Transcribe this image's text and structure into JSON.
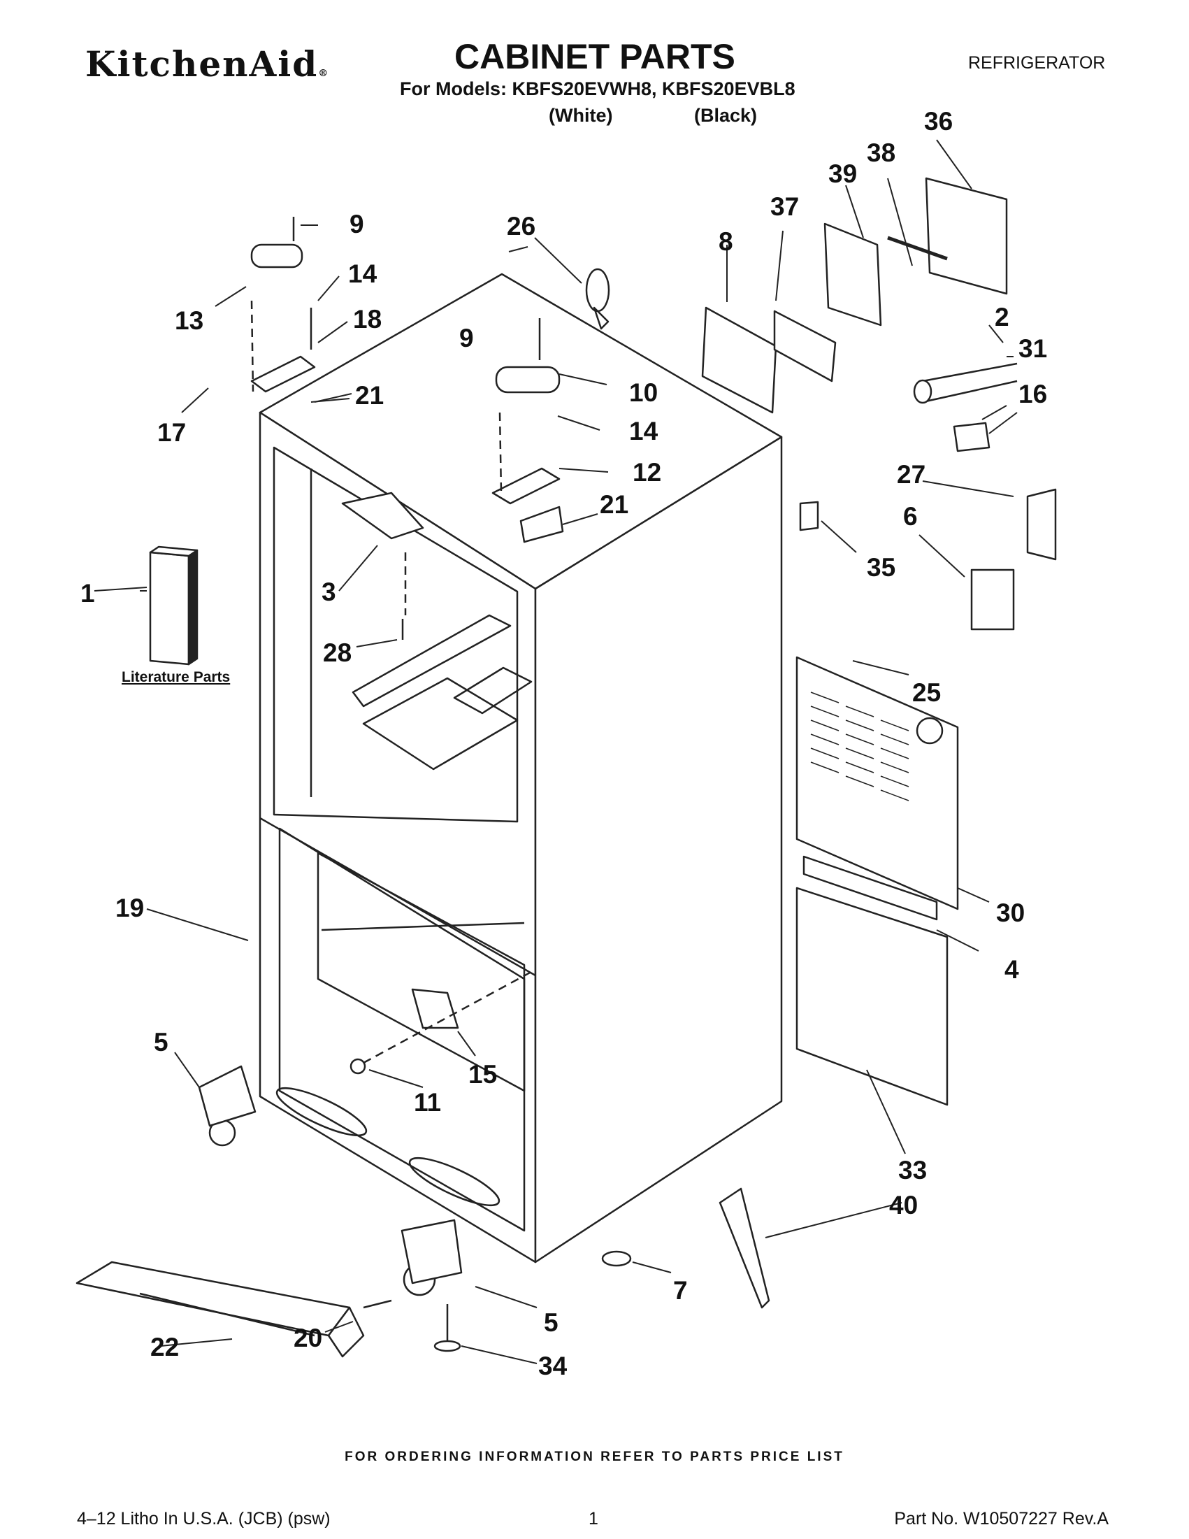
{
  "header": {
    "brand": "KitchenAid",
    "brand_mark": "®",
    "title": "CABINET PARTS",
    "category": "REFRIGERATOR",
    "models_line": "For Models: KBFS20EVWH8, KBFS20EVBL8",
    "color_white": "(White)",
    "color_black": "(Black)"
  },
  "diagram": {
    "literature_label": "Literature Parts",
    "callouts": {
      "c1": "1",
      "c2": "2",
      "c3": "3",
      "c4": "4",
      "c5a": "5",
      "c5b": "5",
      "c6": "6",
      "c7": "7",
      "c8": "8",
      "c9a": "9",
      "c9b": "9",
      "c10": "10",
      "c11": "11",
      "c12": "12",
      "c13": "13",
      "c14a": "14",
      "c14b": "14",
      "c15": "15",
      "c16": "16",
      "c17": "17",
      "c18": "18",
      "c19": "19",
      "c20": "20",
      "c21a": "21",
      "c21b": "21",
      "c22": "22",
      "c25": "25",
      "c26": "26",
      "c27": "27",
      "c28": "28",
      "c30": "30",
      "c31": "31",
      "c33": "33",
      "c34": "34",
      "c35": "35",
      "c36": "36",
      "c37": "37",
      "c38": "38",
      "c39": "39",
      "c40": "40"
    }
  },
  "footer": {
    "ordering": "FOR ORDERING INFORMATION REFER TO PARTS PRICE LIST",
    "litho": "4–12 Litho In U.S.A. (JCB) (psw)",
    "page": "1",
    "part_no": "Part No. W10507227 Rev.A"
  }
}
